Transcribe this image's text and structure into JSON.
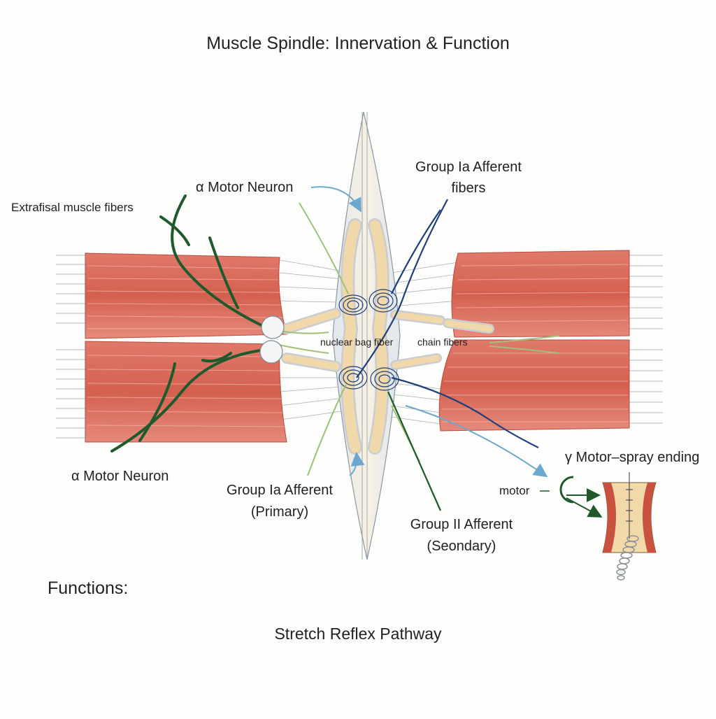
{
  "title": "Muscle Spindle: Innervation & Function",
  "labels": {
    "extrafusal": "Extrafisal muscle fibers",
    "alpha_motor_top": "α Motor Neuron",
    "alpha_motor_bottom": "α Motor Neuron",
    "group_ia_top_line1": "Group Ia Afferent",
    "group_ia_top_line2": "fibers",
    "nuclear_bag": "nuclear bag fiber",
    "chain_fibers": "chain fibers",
    "gamma_motor": "γ Motor–spray ending",
    "motor": "motor",
    "group_ia_primary_line1": "Group Ia Afferent",
    "group_ia_primary_line2": "(Primary)",
    "group_ii_line1": "Group II Afferent",
    "group_ii_line2": "(Seondary)"
  },
  "functions_heading": "Functions:",
  "stretch_reflex": "Stretch Reflex Pathway",
  "colors": {
    "muscle_red": "#d9685a",
    "muscle_light": "#f0b2a6",
    "nerve_green": "#1f5a2c",
    "sensory_blue": "#1d3f7a",
    "light_green": "#9cc27a",
    "arrow_blue": "#6aa8cf",
    "capsule": "#e8edf2",
    "intrafusal_tan": "#f1dcb6"
  }
}
